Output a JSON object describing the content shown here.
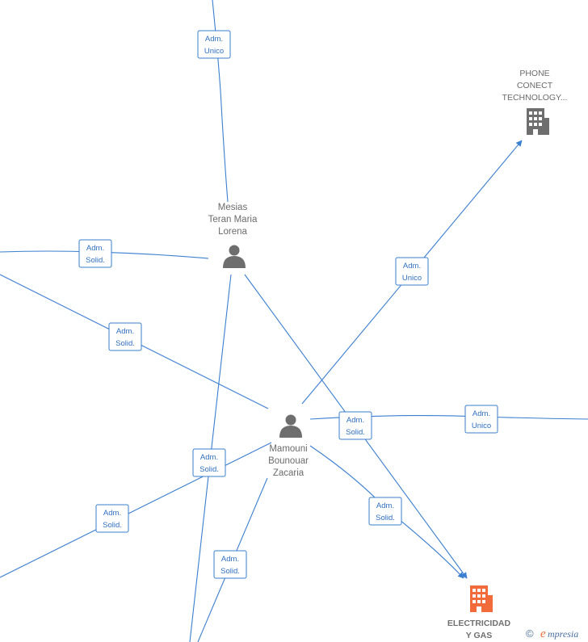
{
  "colors": {
    "edge": "#3a7fd0",
    "person_icon": "#6e6e6e",
    "company_icon": "#6e6e6e",
    "company_highlight": "#f26b3a",
    "label_text": "#6b6b6b"
  },
  "people": {
    "mesias": {
      "label_lines": [
        "Mesias",
        "Teran Maria",
        "Lorena"
      ],
      "icon": "person-icon"
    },
    "mamouni": {
      "label_lines": [
        "Mamouni",
        "Bounouar",
        "Zacaria"
      ],
      "icon": "person-icon"
    }
  },
  "companies": {
    "phone_conect": {
      "label_lines": [
        "PHONE",
        "CONECT",
        "TECHNOLOGY..."
      ],
      "icon": "building-icon"
    },
    "electricidad": {
      "label_lines": [
        "ELECTRICIDAD",
        "Y GAS"
      ],
      "icon": "building-icon",
      "highlight": true
    }
  },
  "edge_labels": [
    {
      "id": "top-mesias",
      "lines": [
        "Adm.",
        "Unico"
      ]
    },
    {
      "id": "left-mesias",
      "lines": [
        "Adm.",
        "Solid."
      ]
    },
    {
      "id": "left-mamouni",
      "lines": [
        "Adm.",
        "Solid."
      ]
    },
    {
      "id": "mamouni-phone",
      "lines": [
        "Adm.",
        "Unico"
      ]
    },
    {
      "id": "mesias-electricidad",
      "lines": [
        "Adm.",
        "Solid."
      ]
    },
    {
      "id": "mamouni-right",
      "lines": [
        "Adm.",
        "Unico"
      ]
    },
    {
      "id": "mesias-bottom",
      "lines": [
        "Adm.",
        "Solid."
      ]
    },
    {
      "id": "lowerleft-mamouni",
      "lines": [
        "Adm.",
        "Solid."
      ]
    },
    {
      "id": "mamouni-electricidad",
      "lines": [
        "Adm.",
        "Solid."
      ]
    },
    {
      "id": "mamouni-bottom",
      "lines": [
        "Adm.",
        "Solid."
      ]
    }
  ],
  "brand": {
    "copyright": "©",
    "name": "mpresia",
    "initial": "e"
  }
}
